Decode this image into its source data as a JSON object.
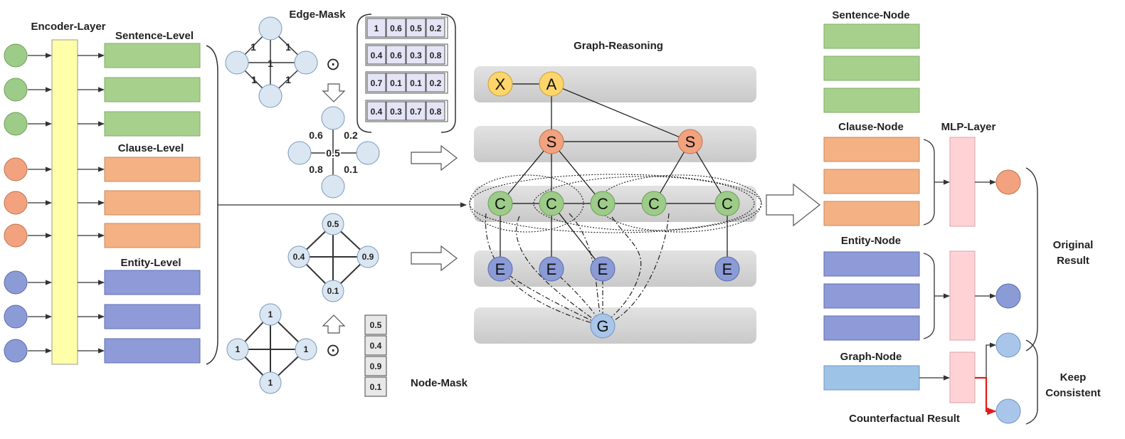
{
  "colors": {
    "green_fill": "#9dcc89",
    "green_bar": "#a8d08d",
    "orange_fill": "#f2a27f",
    "orange_bar": "#f4b183",
    "blue_fill": "#8b9bd6",
    "blue_bar": "#8e9bd8",
    "yellow_fill": "#fdd56b",
    "light_blue": "#b4cde8",
    "encoder": "#ffffaa",
    "mlp": "#ffd2d6",
    "red_arrow": "#e41a1a",
    "gray_band": "#d4d4d4",
    "mask_cell": "#e4e4f6"
  },
  "labels": {
    "encoder_layer": "Encoder-Layer",
    "sentence_level": "Sentence-Level",
    "clause_level": "Clause-Level",
    "entity_level": "Entity-Level",
    "edge_mask": "Edge-Mask",
    "node_mask": "Node-Mask",
    "graph_reasoning": "Graph-Reasoning",
    "sentence_node": "Sentence-Node",
    "clause_node": "Clause-Node",
    "entity_node": "Entity-Node",
    "graph_node": "Graph-Node",
    "mlp_layer": "MLP-Layer",
    "original_result_1": "Original",
    "original_result_2": "Result",
    "keep_consistent_1": "Keep",
    "keep_consistent_2": "Consistent",
    "counterfactual_result": "Counterfactual Result"
  },
  "edge_mask": {
    "odot": "⊙",
    "graph_top_weights": [
      "1",
      "1",
      "1",
      "1",
      "1"
    ],
    "graph_mid_weights": [
      "0.6",
      "0.2",
      "0.5",
      "0.8",
      "0.1"
    ],
    "matrix": [
      [
        "1",
        "0.6",
        "0.5",
        "0.2"
      ],
      [
        "0.4",
        "0.6",
        "0.3",
        "0.8"
      ],
      [
        "0.7",
        "0.1",
        "0.1",
        "0.2"
      ],
      [
        "0.4",
        "0.3",
        "0.7",
        "0.8"
      ]
    ]
  },
  "node_mask": {
    "odot": "⊙",
    "top_graph_values": [
      "0.5",
      "0.4",
      "0.9",
      "0.1"
    ],
    "bottom_graph_values": [
      "1",
      "1",
      "1",
      "1"
    ],
    "vector": [
      "0.5",
      "0.4",
      "0.9",
      "0.1"
    ]
  },
  "graph": {
    "row1": [
      "X",
      "A"
    ],
    "row2": [
      "S",
      "S"
    ],
    "row3": [
      "C",
      "C",
      "C",
      "C",
      "C"
    ],
    "row4": [
      "E",
      "E",
      "E",
      "E"
    ],
    "row5": [
      "G"
    ]
  }
}
